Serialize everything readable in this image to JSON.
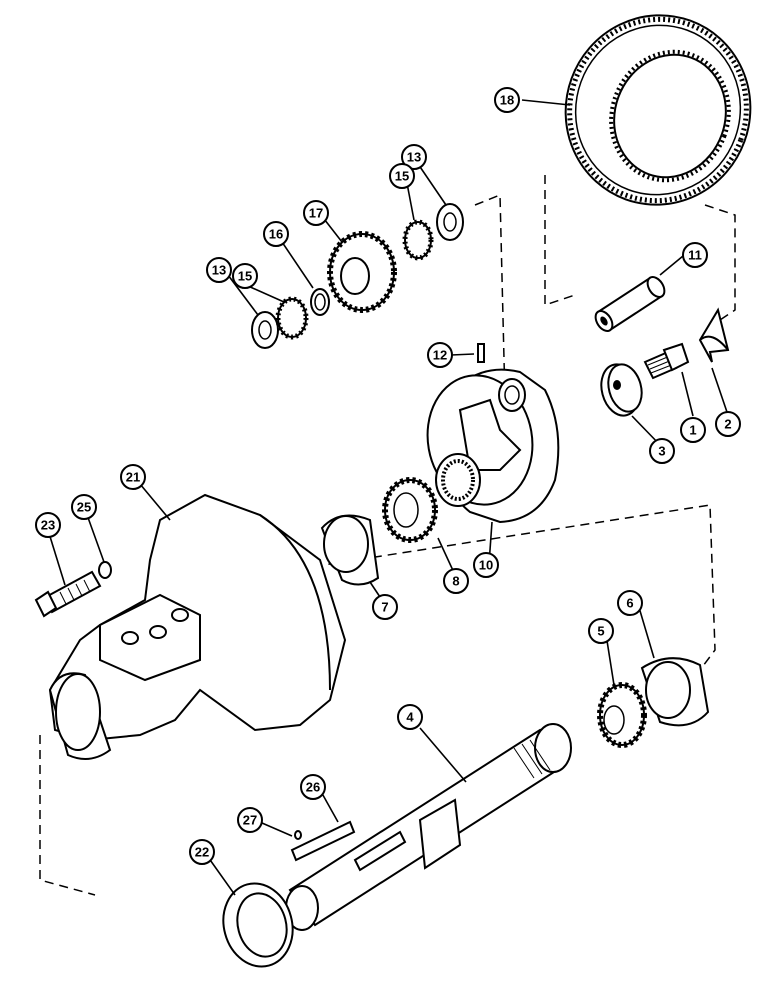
{
  "callouts": {
    "c1": "1",
    "c2": "2",
    "c3": "3",
    "c4": "4",
    "c5": "5",
    "c6": "6",
    "c7": "7",
    "c8": "8",
    "c10": "10",
    "c11": "11",
    "c12": "12",
    "c13a": "13",
    "c13b": "13",
    "c15a": "15",
    "c15b": "15",
    "c16": "16",
    "c17": "17",
    "c18": "18",
    "c21": "21",
    "c22": "22",
    "c23": "23",
    "c25": "25",
    "c26": "26",
    "c27": "27"
  }
}
